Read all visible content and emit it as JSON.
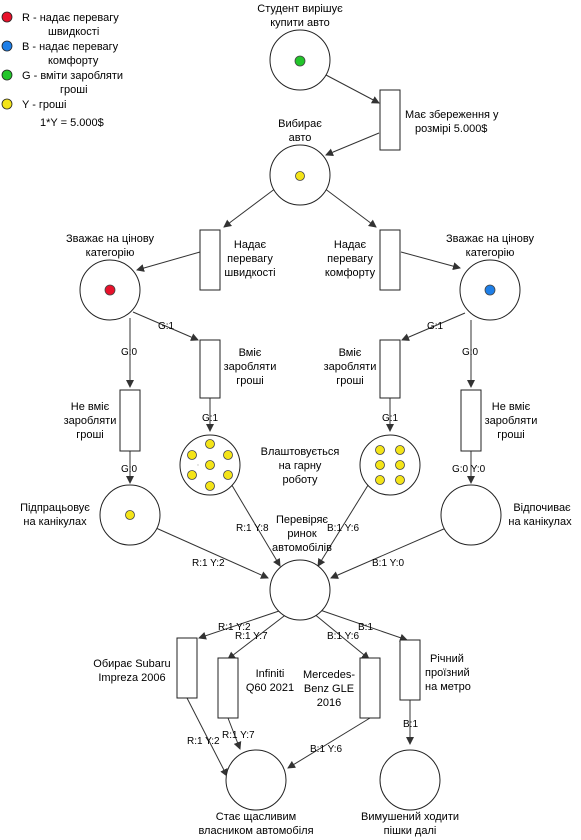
{
  "legend": {
    "items": [
      {
        "color": "#e8112b",
        "text_lines": [
          "R - надає перевагу",
          "швидкості"
        ]
      },
      {
        "color": "#1e7fe8",
        "text_lines": [
          "B - надає перевагу",
          "комфорту"
        ]
      },
      {
        "color": "#22c52a",
        "text_lines": [
          "G - вміти заробляти",
          "гроші"
        ]
      },
      {
        "color": "#f4e418",
        "text_lines": [
          "Y - гроші"
        ]
      }
    ],
    "rate": "1*Y = 5.000$"
  },
  "places": {
    "student": [
      "Студент вирішує",
      "купити авто"
    ],
    "choose": [
      "Вибирає",
      "авто"
    ],
    "price_left": [
      "Зважає на цінову",
      "категорію"
    ],
    "price_right": [
      "Зважає на цінову",
      "категорію"
    ],
    "job": [
      "Влаштовується",
      "на гарну",
      "роботу"
    ],
    "part_time": [
      "Підпрацьовує",
      "на канікулах"
    ],
    "rest": [
      "Відпочиває",
      "на канікулах"
    ],
    "market": [
      "Перевіряє",
      "ринок",
      "автомобілів"
    ],
    "happy": [
      "Стає щасливим",
      "власником автомобіля"
    ],
    "walk": [
      "Вимушений ходити",
      "пішки далі"
    ]
  },
  "transitions": {
    "savings": [
      "Має збереження у",
      "розмірі 5.000$"
    ],
    "speed": [
      "Надає",
      "перевагу",
      "швидкості"
    ],
    "comfort": [
      "Надає",
      "перевагу",
      "комфорту"
    ],
    "earn_left": [
      "Вміє",
      "заробляти",
      "гроші"
    ],
    "no_earn_left": [
      "Не вміє",
      "заробляти",
      "гроші"
    ],
    "earn_right": [
      "Вміє",
      "заробляти",
      "гроші"
    ],
    "no_earn_right": [
      "Не вміє",
      "заробляти",
      "гроші"
    ],
    "subaru": [
      "Обирає Subaru",
      "Impreza 2006"
    ],
    "infiniti": [
      "Infiniti",
      "Q60 2021"
    ],
    "mercedes": [
      "Mercedes-",
      "Benz GLE",
      "2016"
    ],
    "metro": [
      "Річний",
      "проїзний",
      "на метро"
    ]
  },
  "arc_labels": {
    "g1_left_job": "G:1",
    "g0_left": "G:0",
    "g1_left_out": "G:1",
    "g0_left_out": "G:0",
    "g1_right_job": "G:1",
    "g0_right": "G:0",
    "g1_right_out": "G:1",
    "g0y0_right_out": "G:0 Y:0",
    "r1y8": "R:1 Y:8",
    "b1y6_in": "B:1 Y:6",
    "r1y2_in": "R:1 Y:2",
    "b1y0_in": "B:1 Y:0",
    "r1y2_out": "R:1 Y:2",
    "r1y7_out": "R:1 Y:7",
    "b1y6_out": "B:1 Y:6",
    "b1_out": "B:1",
    "r1y2_happy": "R:1 Y:2",
    "r1y7_happy": "R:1 Y:7",
    "b1y6_happy": "B:1 Y:6",
    "b1_walk": "B:1"
  },
  "token_colors": {
    "green": "#22c52a",
    "yellow": "#f4e418",
    "red": "#e8112b",
    "blue": "#1e7fe8"
  }
}
